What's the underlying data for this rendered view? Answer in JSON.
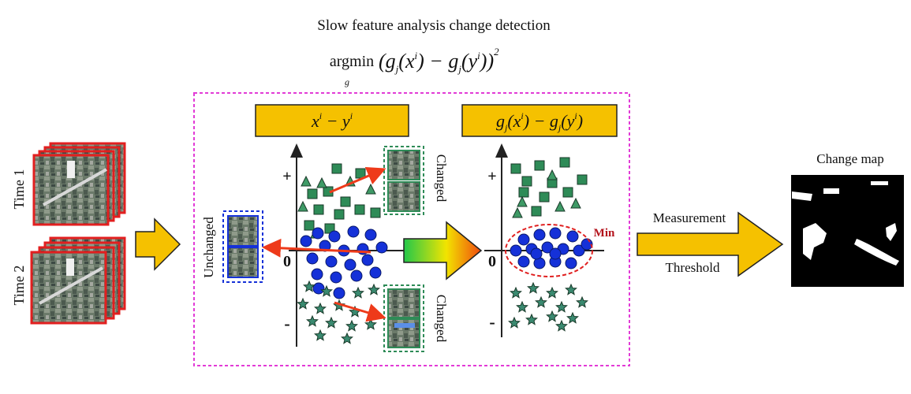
{
  "title": "Slow feature analysis change detection",
  "formula": {
    "argmin": "argmin",
    "sub": "g",
    "body": "(g_j(x^i) − g_j(y^i))^2"
  },
  "inputs": {
    "time1_label": "Time 1",
    "time2_label": "Time 2"
  },
  "left_panel": {
    "header": "x^i − y^i",
    "plus": "+",
    "zero": "0",
    "minus": "-",
    "unchanged_label": "Unchanged",
    "changed_top_label": "Changed",
    "changed_bottom_label": "Changed"
  },
  "right_panel": {
    "header": "g_j(x^i) − g_j(y^i)",
    "plus": "+",
    "zero": "0",
    "minus": "-",
    "min_label": "Min"
  },
  "output": {
    "title": "Change map",
    "measurement_label": "Measurement",
    "threshold_label": "Threshold"
  },
  "colors": {
    "header_fill": "#f5c100",
    "frame_magenta": "#e23bd6",
    "square_green": "#2e8b57",
    "triangle_green": "#3e9a66",
    "star_green": "#3a8a70",
    "circle_blue": "#1531d8",
    "arrow_red": "#ee3a1a",
    "arrow_yellow": "#f5c100",
    "min_red": "#b3121b",
    "ellipse_red": "#e02020"
  }
}
